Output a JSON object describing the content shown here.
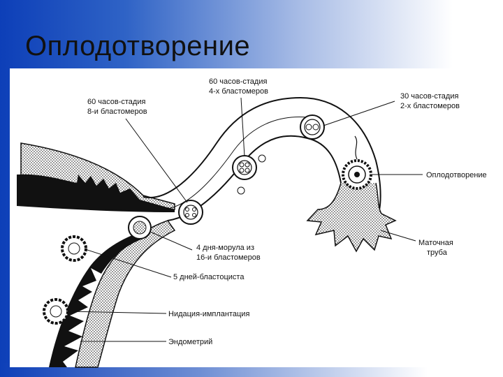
{
  "slide": {
    "title": "Оплодотворение"
  },
  "labels": {
    "l60_8_a": "60 часов-стадия",
    "l60_8_b": "8-и бластомеров",
    "l60_4_a": "60 часов-стадия",
    "l60_4_b": "4-х бластомеров",
    "l30_2_a": "30 часов-стадия",
    "l30_2_b": "2-х бластомеров",
    "fert": "Оплодотворение",
    "tube_a": "Маточная",
    "tube_b": "труба",
    "morula_a": "4 дня-морула из",
    "morula_b": "16-и бластомеров",
    "blasto": "5 дней-бластоциста",
    "impl": "Нидация-имплантация",
    "endo": "Эндометрий"
  },
  "colors": {
    "title_band": "#0d3fb8",
    "ink": "#111111"
  }
}
